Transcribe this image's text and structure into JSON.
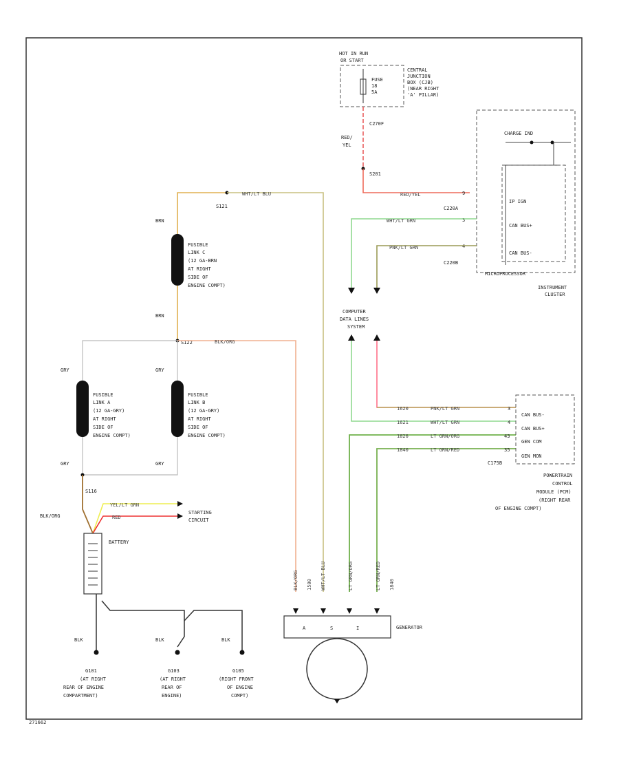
{
  "hot_in_run": {
    "line1": "HOT IN RUN",
    "line2": "OR START"
  },
  "fuse_18": {
    "line1": "FUSE",
    "line2": "18",
    "line3": "5A"
  },
  "central_junction_box": [
    "CENTRAL",
    "JUNCTION",
    "BOX (CJB)",
    "(NEAR RIGHT",
    "'A' PILLAR)"
  ],
  "connector_c270f": "C270F",
  "wire_red_yel_vertical": [
    "RED/",
    "YEL"
  ],
  "splice_s201": "S201",
  "splice_s121": "S121",
  "splice_s122": "S122",
  "splice_s116": "S116",
  "wire_red_yel": "RED/YEL",
  "wire_wht_blk": "WHT/LT BLU",
  "wire_brn_1": "BRN",
  "wire_brn_2": "BRN",
  "wire_blk_org": "BLK/ORG",
  "wire_blk_org_left": "BLK/ORG",
  "wire_gry_1": "GRY",
  "wire_gry_2": "GRY",
  "wire_gry_3": "GRY",
  "wire_gry_4": "GRY",
  "wire_yel_lt_grn": "YEL/LT GRN",
  "wire_red": "RED",
  "wire_blk_1": "BLK",
  "wire_blk_2": "BLK",
  "wire_blk_3": "BLK",
  "fusible_link_c": [
    "FUSIBLE",
    "LINK C",
    "(12 GA-BRN",
    "AT RIGHT",
    "SIDE OF",
    "ENGINE COMPT)"
  ],
  "fusible_link_a": [
    "FUSIBLE",
    "LINK A",
    "(12 GA-GRY)",
    "AT RIGHT",
    "SIDE OF",
    "ENGINE COMPT)"
  ],
  "fusible_link_b": [
    "FUSIBLE",
    "LINK B",
    "(12 GA-GRY)",
    "AT RIGHT",
    "SIDE OF",
    "ENGINE COMPT)"
  ],
  "starting_circuit": [
    "STARTING",
    "CIRCUIT"
  ],
  "battery": "BATTERY",
  "ground_g101": [
    "G101",
    "(AT RIGHT",
    "REAR OF ENGINE",
    "COMPARTMENT)"
  ],
  "ground_g103": [
    "G103",
    "(AT RIGHT",
    "REAR OF",
    "ENGINE)"
  ],
  "ground_g105": [
    "G105",
    "(RIGHT FRONT",
    "OF ENGINE",
    "COMPT)"
  ],
  "instrument_cluster": {
    "charge_ind": "CHARGE IND",
    "pins": [
      "IP IGN",
      "CAN BUS+",
      "CAN BUS-"
    ],
    "pin_nums": [
      "9",
      "3",
      "4"
    ],
    "microprocessor": "MICROPROCESSOR",
    "label": [
      "INSTRUMENT",
      "CLUSTER"
    ]
  },
  "connector_c220a": "C220A",
  "connector_c220b": "C220B",
  "wire_wht_lt_grn_ic": "WHT/LT GRN",
  "wire_pnk_lt_grn_ic": "PNK/LT GRN",
  "computer_data_lines": [
    "COMPUTER",
    "DATA LINES",
    "SYSTEM"
  ],
  "pcm": {
    "pins": [
      "CAN BUS-",
      "CAN BUS+",
      "GEN COM",
      "GEN MON"
    ],
    "pin_nums": [
      "3",
      "4",
      "43",
      "35"
    ],
    "circuits": [
      "1620",
      "1621",
      "1826",
      "1840"
    ],
    "wires": [
      "PNK/LT GRN",
      "WHT/LT GRN",
      "LT GRN/ORG",
      "LT GRN/RED"
    ],
    "connector": "C175B",
    "label": [
      "POWERTRAIN",
      "CONTROL",
      "MODULE (PCM)",
      "(RIGHT REAR",
      "OF ENGINE COMPT)"
    ]
  },
  "generator": {
    "label": "GENERATOR",
    "wire_tags": [
      "BLK/ORG",
      "1500",
      "WHT/LT BLU",
      "LT GRN/ORG",
      "LT GRN/RED",
      "1840"
    ],
    "terminals": [
      "A",
      "S",
      "I"
    ]
  },
  "figure_id": "271662"
}
